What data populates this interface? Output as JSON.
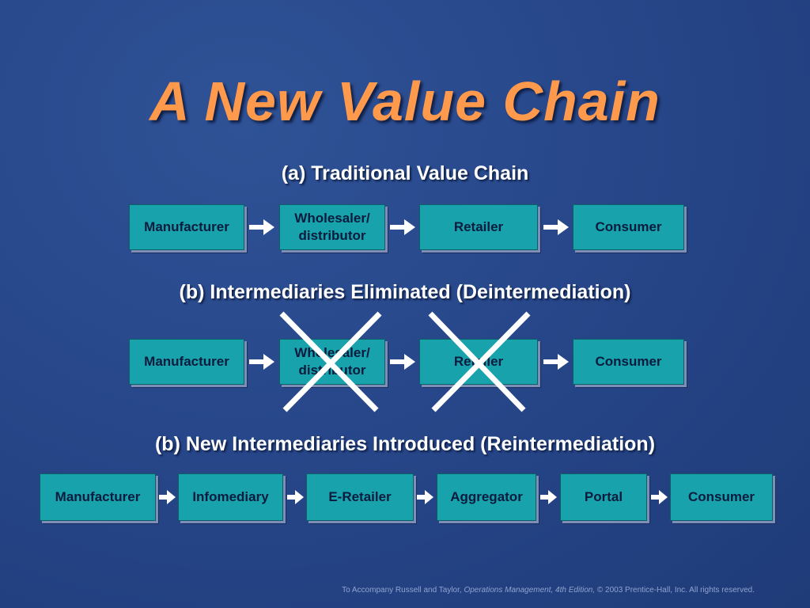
{
  "title": "A New Value Chain",
  "sections": {
    "traditional": {
      "heading": "(a) Traditional Value Chain",
      "boxes": [
        "Manufacturer",
        "Wholesaler/\ndistributor",
        "Retailer",
        "Consumer"
      ]
    },
    "deintermediation": {
      "heading": "(b) Intermediaries Eliminated (Deintermediation)",
      "boxes": [
        "Manufacturer",
        "Wholesaler/\ndistributor",
        "Retailer",
        "Consumer"
      ],
      "crossed_out": [
        "Wholesaler/distributor",
        "Retailer"
      ]
    },
    "reintermediation": {
      "heading": "(b) New Intermediaries Introduced (Reintermediation)",
      "boxes": [
        "Manufacturer",
        "Infomediary",
        "E-Retailer",
        "Aggregator",
        "Portal",
        "Consumer"
      ]
    }
  },
  "footer": {
    "prefix": "To Accompany Russell and Taylor, ",
    "book": "Operations Management, 4th Edition,",
    "suffix": " © 2003 Prentice-Hall, Inc. All rights reserved."
  },
  "colors": {
    "title": "#ff9a4d",
    "box_fill": "#17a2ac",
    "box_text": "#0a1b3d",
    "cross": "#ffffff",
    "background": "#2a4a8e"
  }
}
